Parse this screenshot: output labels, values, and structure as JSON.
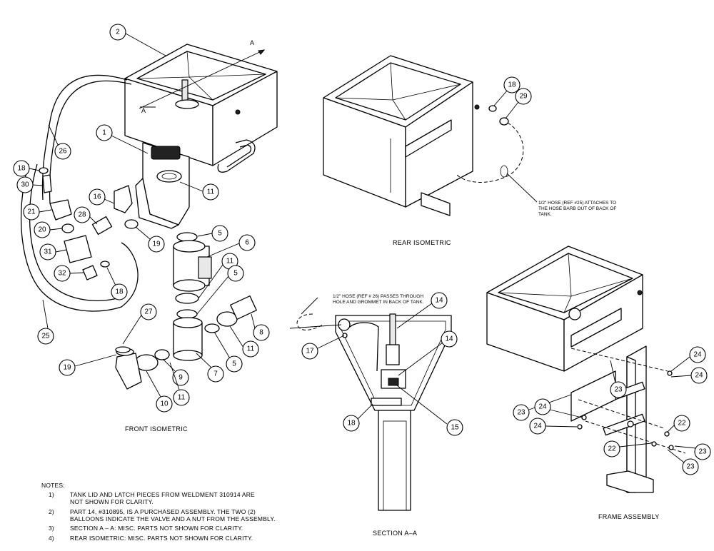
{
  "views": {
    "front": "FRONT ISOMETRIC",
    "rear": "REAR ISOMETRIC",
    "section": "SECTION A–A",
    "frame": "FRAME ASSEMBLY"
  },
  "section_marker": "A",
  "hose_notes": {
    "rear": [
      "1/2\" HOSE (REF #25) ATTACHES TO",
      "THE HOSE BARB OUT OF BACK OF",
      "TANK."
    ],
    "section": [
      "1/2\" HOSE (REF # 26) PASSES THROUGH",
      "HOLE AND GROMMET IN BACK OF TANK."
    ]
  },
  "notes": {
    "heading": "NOTES:",
    "items": [
      {
        "num": "1)",
        "lines": [
          "TANK LID AND LATCH PIECES FROM WELDMENT 310914 ARE",
          "NOT SHOWN FOR CLARITY."
        ]
      },
      {
        "num": "2)",
        "lines": [
          "PART 14, #310895, IS A PURCHASED ASSEMBLY.  THE TWO (2)",
          "BALLOONS INDICATE THE VALVE AND A NUT FROM THE ASSEMBLY."
        ]
      },
      {
        "num": "3)",
        "lines": [
          "SECTION A – A:  MISC. PARTS NOT SHOWN FOR CLARITY."
        ]
      },
      {
        "num": "4)",
        "lines": [
          "REAR ISOMETRIC:  MISC. PARTS NOT SHOWN FOR CLARITY."
        ]
      }
    ]
  },
  "balloons": {
    "front": [
      "2",
      "1",
      "26",
      "18",
      "30",
      "21",
      "16",
      "28",
      "20",
      "31",
      "32",
      "18",
      "19",
      "11",
      "5",
      "6",
      "11",
      "5",
      "11",
      "8",
      "5",
      "7",
      "27",
      "25",
      "19",
      "9",
      "10",
      "11"
    ],
    "rear": [
      "18",
      "29"
    ],
    "section": [
      "14",
      "14",
      "17",
      "18",
      "15"
    ],
    "frame": [
      "24",
      "24",
      "23",
      "23",
      "24",
      "24",
      "22",
      "22",
      "23",
      "23"
    ]
  }
}
